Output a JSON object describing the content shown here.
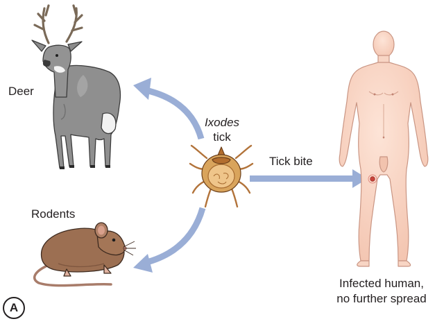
{
  "labels": {
    "deer": "Deer",
    "rodents": "Rodents",
    "vector_genus": "Ixodes",
    "vector_word": "tick",
    "transmission": "Tick bite",
    "outcome_line1": "Infected human,",
    "outcome_line2": "no further spread",
    "panel": "A"
  },
  "colors": {
    "arrow": "#9aaed6",
    "deer_body": "#8f8f8f",
    "rodent_body": "#9c6f52",
    "tick_body": "#d9a45c",
    "human_skin": "#f8d5c4",
    "bite_mark": "#c8443b"
  },
  "icons": [
    "deer-illustration",
    "rodent-illustration",
    "tick-illustration",
    "human-illustration"
  ]
}
